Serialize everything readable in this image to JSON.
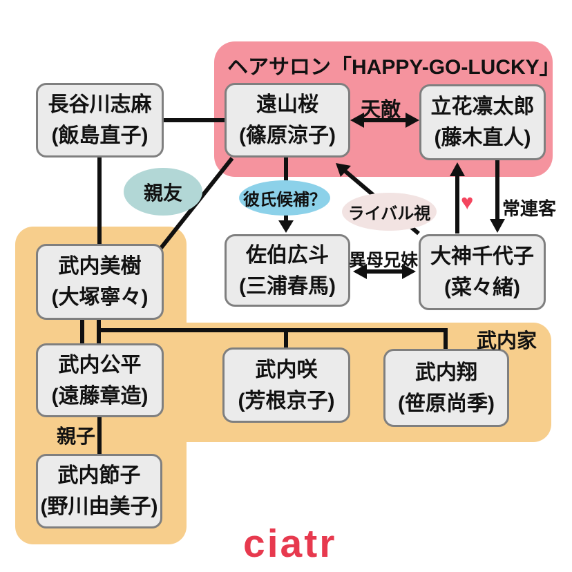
{
  "groups": {
    "salon": {
      "title": "ヘアサロン「HAPPY-GO-LUCKY」"
    },
    "family": {
      "label": "武内家"
    }
  },
  "boxes": {
    "hasegawa": {
      "name": "長谷川志麻",
      "actor": "(飯島直子)"
    },
    "toyama": {
      "name": "遠山桜",
      "actor": "(篠原涼子)"
    },
    "tachibana": {
      "name": "立花凛太郎",
      "actor": "(藤木直人)"
    },
    "saeki": {
      "name": "佐伯広斗",
      "actor": "(三浦春馬)"
    },
    "ogami": {
      "name": "大神千代子",
      "actor": "(菜々緒)"
    },
    "miki": {
      "name": "武内美樹",
      "actor": "(大塚寧々)"
    },
    "kohei": {
      "name": "武内公平",
      "actor": "(遠藤章造)"
    },
    "saki": {
      "name": "武内咲",
      "actor": "(芳根京子)"
    },
    "sho": {
      "name": "武内翔",
      "actor": "(笹原尚季)"
    },
    "setsuko": {
      "name": "武内節子",
      "actor": "(野川由美子)"
    }
  },
  "labels": {
    "tenteki": "天敵",
    "shinyu": "親友",
    "kareshi_kouho": "彼氏候補？",
    "rival_shi": "ライバル視",
    "ibo_kyoudai": "異母兄妹",
    "jouren_kyaku": "常連客",
    "heart": "♥",
    "oyako": "親子"
  },
  "edges": [
    {
      "from": "長谷川志麻",
      "to": "遠山桜",
      "type": "line",
      "label": ""
    },
    {
      "from": "長谷川志麻",
      "to": "武内美樹",
      "type": "line",
      "label": ""
    },
    {
      "from": "武内美樹",
      "to": "遠山桜",
      "type": "line",
      "label": "親友"
    },
    {
      "from": "遠山桜",
      "to": "立花凛太郎",
      "type": "double-arrow",
      "label": "天敵"
    },
    {
      "from": "遠山桜",
      "to": "佐伯広斗",
      "type": "arrow",
      "label": "彼氏候補？"
    },
    {
      "from": "大神千代子",
      "to": "遠山桜",
      "type": "arrow",
      "label": "ライバル視"
    },
    {
      "from": "佐伯広斗",
      "to": "大神千代子",
      "type": "double-arrow",
      "label": "異母兄妹"
    },
    {
      "from": "大神千代子",
      "to": "立花凛太郎",
      "type": "arrow",
      "label": "♥"
    },
    {
      "from": "立花凛太郎",
      "to": "大神千代子",
      "type": "arrow",
      "label": "常連客"
    },
    {
      "from": "武内美樹",
      "to": "武内公平",
      "type": "marriage-double-line",
      "label": ""
    },
    {
      "from": "武内美樹・武内公平",
      "to": "武内咲",
      "type": "line",
      "label": ""
    },
    {
      "from": "武内美樹・武内公平",
      "to": "武内翔",
      "type": "line",
      "label": ""
    },
    {
      "from": "武内公平",
      "to": "武内節子",
      "type": "line",
      "label": "親子"
    }
  ],
  "logo": "ciatr",
  "colors": {
    "salon_bg": "#F5939E",
    "family_bg": "#F7CE8C",
    "box_bg": "#EBEBEB",
    "box_border": "#7F7F7F",
    "ellipse_teal": "#B2D7D6",
    "ellipse_blue": "#8CD1E9",
    "ellipse_pink": "#F2E3E2",
    "heart": "#F4455E",
    "logo": "#E7394E",
    "line": "#101010"
  }
}
